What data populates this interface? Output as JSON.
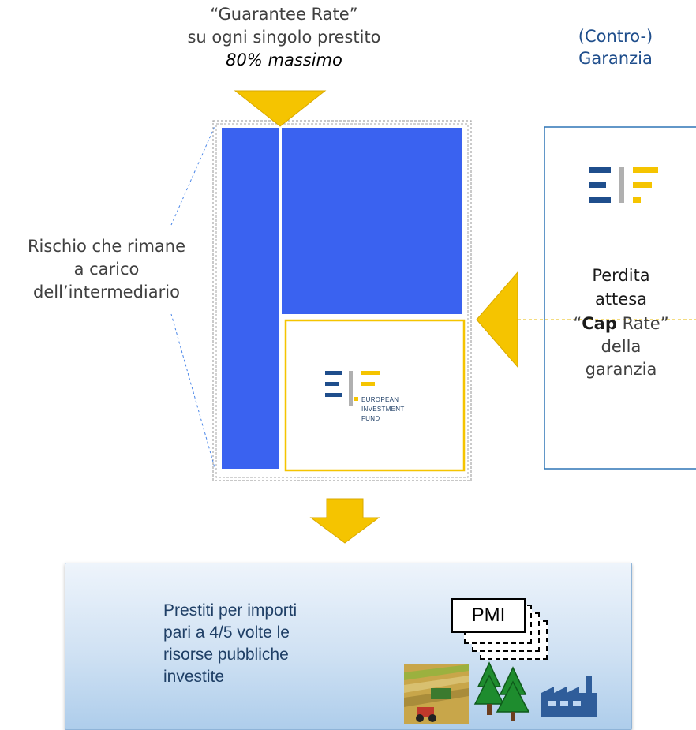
{
  "guarantee": {
    "line1": "“Guarantee Rate”",
    "line2": "su ogni singolo prestito",
    "line3": "80% massimo"
  },
  "controgaranzia": {
    "line1": "(Contro-)",
    "line2": "Garanzia"
  },
  "rischio": {
    "line1": "Rischio che rimane",
    "line2": "a carico",
    "line3": "dell’intermediario"
  },
  "perdita": {
    "line1": "Perdita",
    "line2": "attesa"
  },
  "cap_rate": {
    "quote_open": "“",
    "bold": "Cap",
    "rest": " Rate”",
    "line2": "della",
    "line3": "garanzia"
  },
  "eif_logo": {
    "line1": "EUROPEAN",
    "line2": "INVESTMENT",
    "line3": "FUND"
  },
  "bottom": {
    "line1": "Prestiti per importi",
    "line2": "pari a 4/5 volte le",
    "line3": "risorse pubbliche",
    "line4": "investite",
    "pmi_label": "PMI"
  },
  "icons": [
    "eif-logo-icon",
    "farm-icon",
    "trees-icon",
    "factory-icon",
    "arrow-down-icon",
    "arrow-left-icon"
  ],
  "colors": {
    "blue_block": "#3A62F0",
    "yellow": "#F5C400",
    "frame_blue": "#2E75B6",
    "dark_text": "#404040"
  }
}
